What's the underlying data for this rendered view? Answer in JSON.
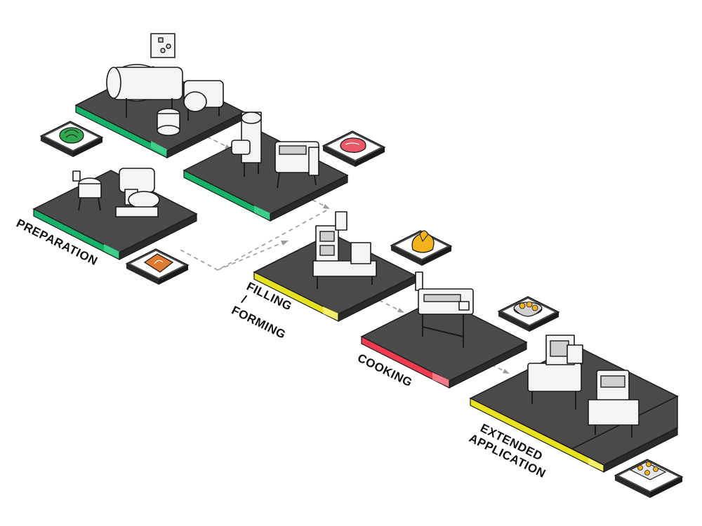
{
  "colors": {
    "platform_top": "#4a4a4a",
    "platform_side": "#2a2a2a",
    "platform_edge": "#1a1a1a",
    "green": "#17b26a",
    "green_light": "#3ecf8a",
    "yellow": "#e8e21c",
    "yellow_light": "#f4f06a",
    "red": "#ee3b50",
    "red_light": "#f77a88",
    "flow": "#9a9a9a"
  },
  "stages": [
    {
      "name": "preparation",
      "label_lines": [
        "PREPARATION"
      ]
    },
    {
      "name": "filling-forming",
      "label_lines": [
        "FILLING",
        "/",
        "FORMING"
      ]
    },
    {
      "name": "cooking",
      "label_lines": [
        "COOKING"
      ]
    },
    {
      "name": "extended-application",
      "label_lines": [
        "EXTENDED",
        "APPLICATION"
      ]
    }
  ],
  "ingredients": [
    {
      "name": "cabbage",
      "icon": "cabbage-icon"
    },
    {
      "name": "meat",
      "icon": "meat-icon"
    },
    {
      "name": "flour",
      "icon": "flour-bag-icon"
    },
    {
      "name": "dumpling",
      "icon": "dumpling-icon"
    },
    {
      "name": "cooked-dish",
      "icon": "bowl-icon"
    },
    {
      "name": "packaged-product",
      "icon": "tray-icon"
    }
  ]
}
